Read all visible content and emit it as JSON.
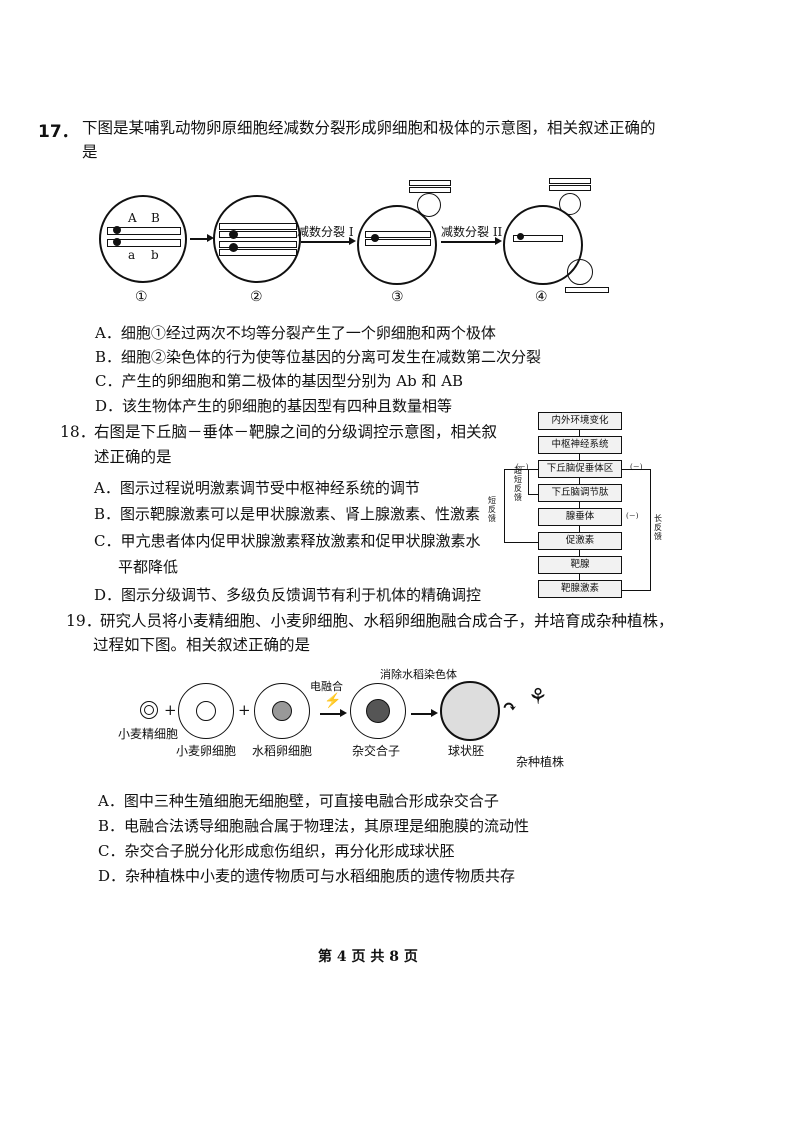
{
  "q17": {
    "number": "17．",
    "stem_line1": "下图是某哺乳动物卵原细胞经减数分裂形成卵细胞和极体的示意图，相关叙述正确的",
    "stem_line2": "是",
    "figure": {
      "gene_A": "A",
      "gene_B": "B",
      "gene_a": "a",
      "gene_b": "b",
      "arrow1": "减数分裂 I",
      "arrow2": "减数分裂 II",
      "cell_labels": [
        "①",
        "②",
        "③",
        "④"
      ]
    },
    "options": [
      "A．细胞①经过两次不均等分裂产生了一个卵细胞和两个极体",
      "B．细胞②染色体的行为使等位基因的分离可发生在减数第二次分裂",
      "C．产生的卵细胞和第二极体的基因型分别为 Ab 和 AB",
      "D．该生物体产生的卵细胞的基因型有四种且数量相等"
    ]
  },
  "q18": {
    "number": "18．",
    "stem_line1": "右图是下丘脑－垂体－靶腺之间的分级调控示意图，相关叙",
    "stem_line2": "述正确的是",
    "options": [
      "A．图示过程说明激素调节受中枢神经系统的调节",
      "B．图示靶腺激素可以是甲状腺激素、肾上腺激素、性激素",
      "C．甲亢患者体内促甲状腺激素释放激素和促甲状腺激素水",
      "平都降低",
      "D．图示分级调节、多级负反馈调节有利于机体的精确调控"
    ],
    "diagram": {
      "boxes": [
        "内外环境变化",
        "中枢神经系统",
        "下丘脑促垂体区",
        "下丘脑调节肽",
        "腺垂体",
        "促激素",
        "靶腺",
        "靶腺激素"
      ],
      "ultra_short": "超短反馈",
      "short": "短反馈",
      "long": "长反馈",
      "minus": "(－)"
    }
  },
  "q19": {
    "number": "19．",
    "stem_line1": "研究人员将小麦精细胞、小麦卵细胞、水稻卵细胞融合成合子，并培育成杂种植株，",
    "stem_line2": "过程如下图。相关叙述正确的是",
    "figure": {
      "wheat_sperm": "小麦精细胞",
      "wheat_egg": "小麦卵细胞",
      "rice_egg": "水稻卵细胞",
      "fusion": "电融合",
      "hybrid_zygote": "杂交合子",
      "remove": "消除水稻染色体",
      "embryo": "球状胚",
      "plant": "杂种植株",
      "plus": "+"
    },
    "options": [
      "A．图中三种生殖细胞无细胞壁，可直接电融合形成杂交合子",
      "B．电融合法诱导细胞融合属于物理法，其原理是细胞膜的流动性",
      "C．杂交合子脱分化形成愈伤组织，再分化形成球状胚",
      "D．杂种植株中小麦的遗传物质可与水稻细胞质的遗传物质共存"
    ]
  },
  "footer": "第 4 页 共 8 页"
}
